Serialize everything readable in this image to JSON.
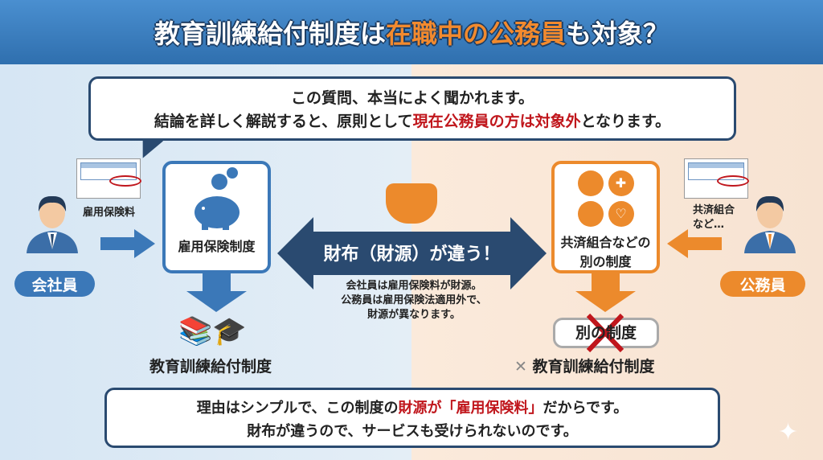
{
  "title": {
    "part1": "教育訓練給付制度は",
    "highlight": "在職中の公務員",
    "part2": "も対象？"
  },
  "bubble": {
    "line1": "この質問、本当によく聞かれます。",
    "line2_a": "結論を詳しく解説すると、原則として",
    "line2_red": "現在公務員の方は対象外",
    "line2_b": "となります。"
  },
  "left": {
    "doc_caption": "雇用保険料",
    "person_label": "会社員",
    "system_label": "雇用保険制度",
    "result_label": "教育訓練給付制度"
  },
  "center": {
    "arrow_label": "財布（財源）が違う！",
    "note_lines": [
      "会社員は雇用保険料が財源。",
      "公務員は雇用保険法適用外で、",
      "財源が異なります。"
    ]
  },
  "right": {
    "doc_caption_1": "共済組合",
    "doc_caption_2": "など…",
    "person_label": "公務員",
    "system_label_1": "共済組合などの",
    "system_label_2": "別の制度",
    "crossed_label": "別の制度",
    "result_label": "教育訓練給付制度",
    "result_mark": "✕"
  },
  "bottom": {
    "line1_a": "理由はシンプルで、この制度の",
    "line1_red": "財源が「雇用保険料」",
    "line1_b": "だからです。",
    "line2": "財布が違うので、サービスも受けられないのです。"
  },
  "colors": {
    "blue": "#3b78b8",
    "navy": "#2a4a70",
    "orange": "#ec8a2c",
    "red": "#c0161c"
  }
}
